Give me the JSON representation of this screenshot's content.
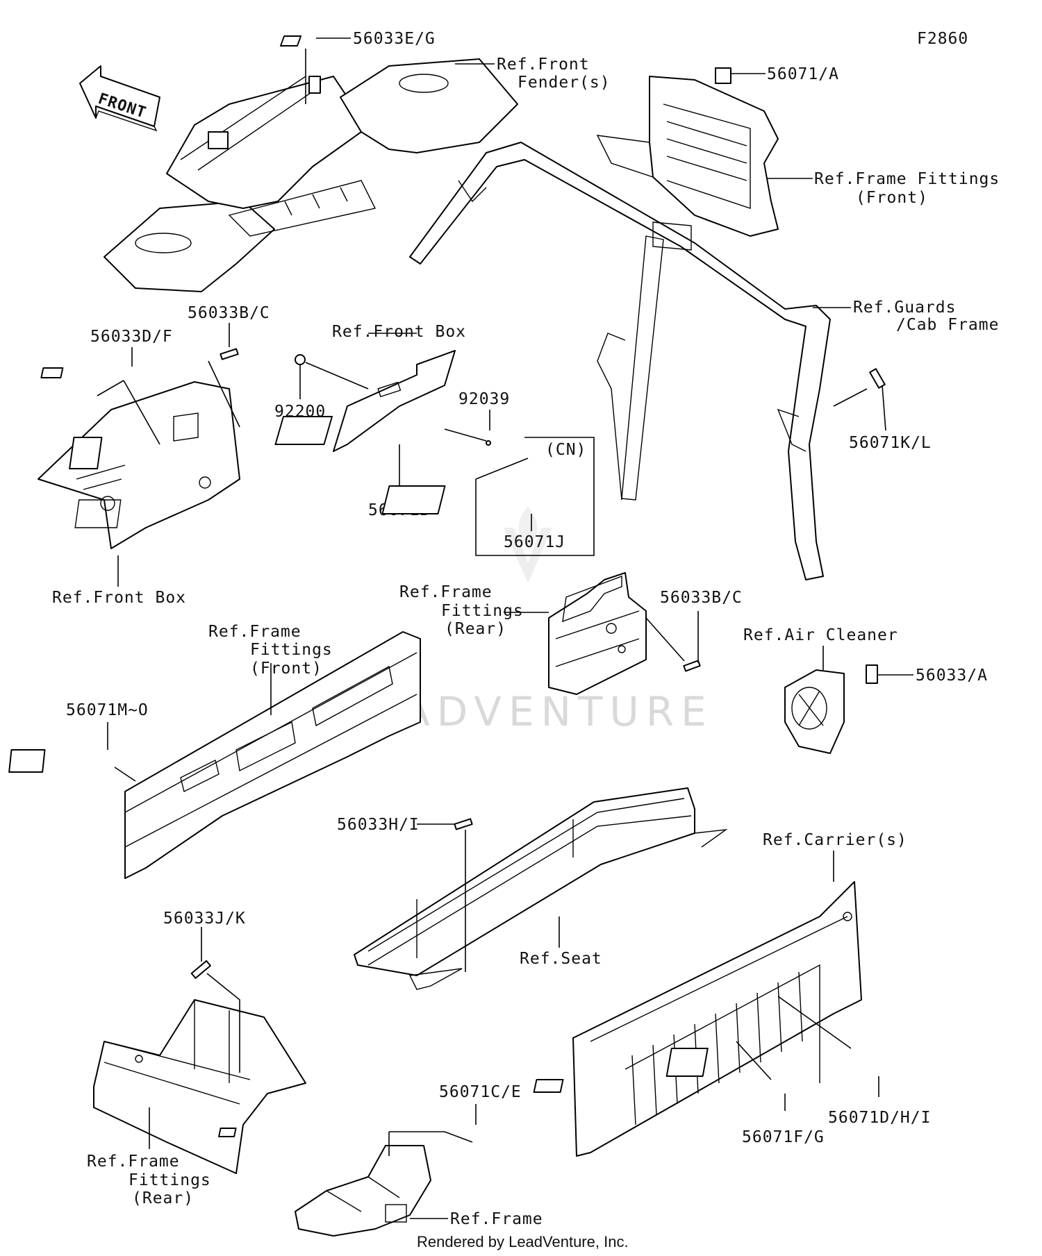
{
  "figure_id": "F2860",
  "direction_arrow": "FRONT",
  "watermark": "LEADVENTURE",
  "footer": "Rendered by LeadVenture, Inc.",
  "labels": {
    "l_56033EG": "56033E/G",
    "l_ref_front_fender_1": "Ref.Front",
    "l_ref_front_fender_2": "Fender(s)",
    "l_56071A": "56071/A",
    "l_ref_ff_front_top_1": "Ref.Frame Fittings",
    "l_ref_ff_front_top_2": "(Front)",
    "l_ref_guards_1": "Ref.Guards",
    "l_ref_guards_2": "/Cab Frame",
    "l_56071KL": "56071K/L",
    "l_56033BC_top": "56033B/C",
    "l_56033DF": "56033D/F",
    "l_ref_front_box_top": "Ref.Front Box",
    "l_92200": "92200",
    "l_92039": "92039",
    "l_cn": "(CN)",
    "l_56071B": "56071B",
    "l_56071J": "56071J",
    "l_ref_front_box_left": "Ref.Front Box",
    "l_ref_ff_rear_mid_1": "Ref.Frame",
    "l_ref_ff_rear_mid_2": "Fittings",
    "l_ref_ff_rear_mid_3": "(Rear)",
    "l_56033BC_mid": "56033B/C",
    "l_ref_air_cleaner": "Ref.Air Cleaner",
    "l_56033A": "56033/A",
    "l_ref_ff_front_mid_1": "Ref.Frame",
    "l_ref_ff_front_mid_2": "Fittings",
    "l_ref_ff_front_mid_3": "(Front)",
    "l_56071MO": "56071M~O",
    "l_56033HI": "56033H/I",
    "l_ref_carriers": "Ref.Carrier(s)",
    "l_ref_seat": "Ref.Seat",
    "l_56033JK": "56033J/K",
    "l_56071CE": "56071C/E",
    "l_56071FG": "56071F/G",
    "l_56071DHI": "56071D/H/I",
    "l_ref_ff_rear_bot_1": "Ref.Frame",
    "l_ref_ff_rear_bot_2": "Fittings",
    "l_ref_ff_rear_bot_3": "(Rear)",
    "l_ref_frame": "Ref.Frame"
  }
}
